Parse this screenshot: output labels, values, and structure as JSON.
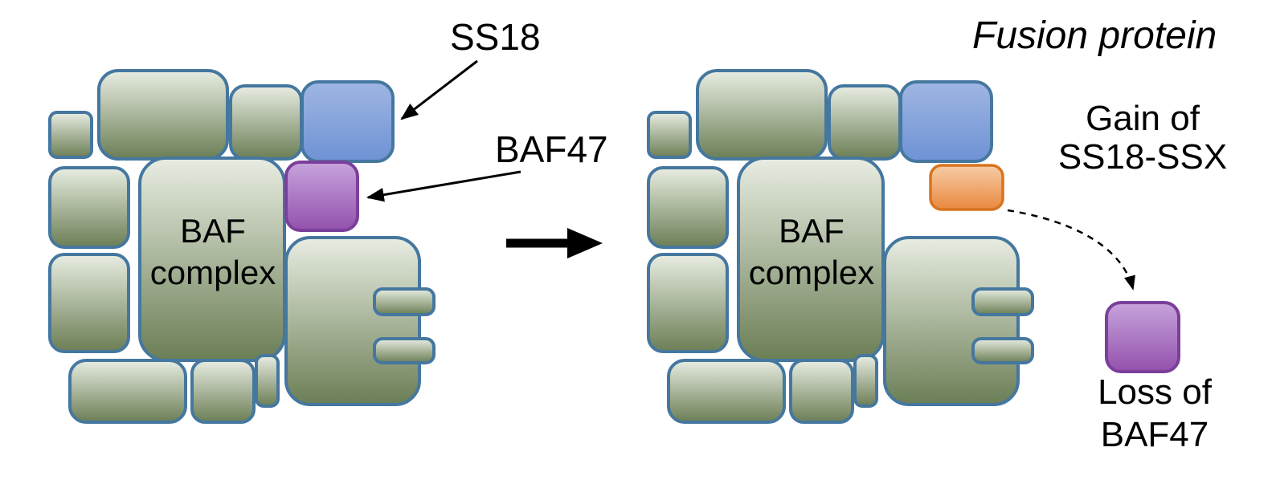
{
  "diagram": {
    "labels": {
      "ss18": "SS18",
      "baf47": "BAF47",
      "baf_complex_line1": "BAF",
      "baf_complex_line2": "complex",
      "fusion_protein": "Fusion protein",
      "gain_line1": "Gain of",
      "gain_line2": "SS18-SSX",
      "loss_line1": "Loss of",
      "loss_line2": "BAF47"
    },
    "colors": {
      "subunit_green_light": "#e8ede2",
      "subunit_green_dark": "#6b7e55",
      "subunit_outline_blue": "#45779f",
      "ss18_blue_light": "#9fb6e3",
      "ss18_blue_dark": "#6e92d4",
      "baf47_purple_light": "#c7a3dc",
      "baf47_purple_dark": "#9351ad",
      "baf47_purple_border": "#7b3f9a",
      "ssx_orange_light": "#f6cda6",
      "ssx_orange_dark": "#e9883f",
      "ssx_orange_border": "#d8731e",
      "arrow_black": "#000000"
    }
  }
}
